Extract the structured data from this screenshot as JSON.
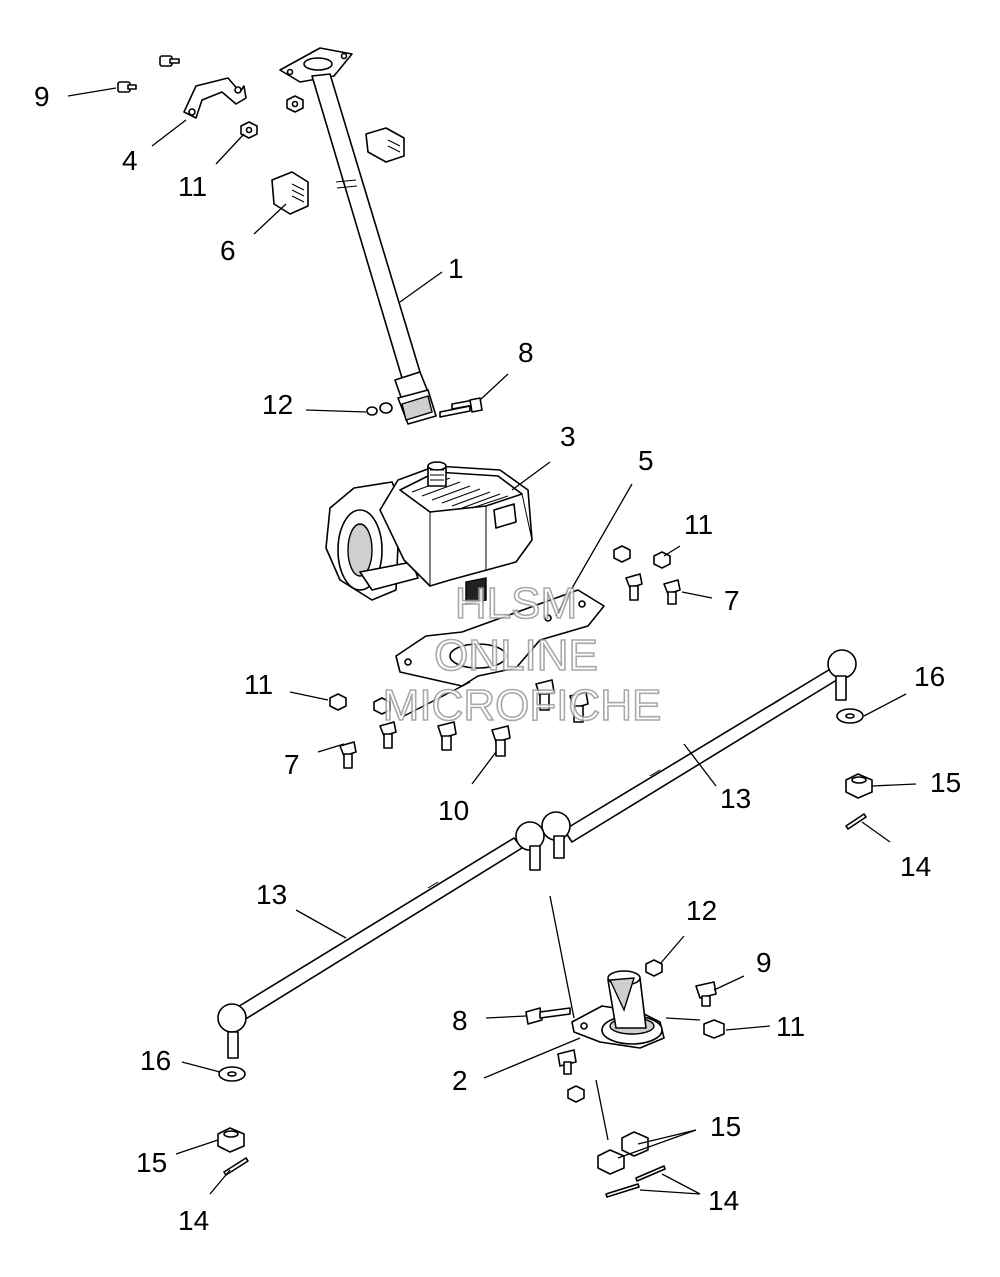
{
  "watermark": {
    "line1": "HLSM",
    "line2": "ONLINE",
    "line3": "MICROFICHE"
  },
  "callouts": {
    "c1": "1",
    "c2": "2",
    "c3": "3",
    "c4": "4",
    "c5": "5",
    "c6": "6",
    "c7a": "7",
    "c7b": "7",
    "c8a": "8",
    "c8b": "8",
    "c9a": "9",
    "c9b": "9",
    "c10": "10",
    "c11a": "11",
    "c11b": "11",
    "c11c": "11",
    "c11d": "11",
    "c12a": "12",
    "c12b": "12",
    "c13a": "13",
    "c13b": "13",
    "c14a": "14",
    "c14b": "14",
    "c14c": "14",
    "c15a": "15",
    "c15b": "15",
    "c15c": "15",
    "c16a": "16",
    "c16b": "16"
  }
}
